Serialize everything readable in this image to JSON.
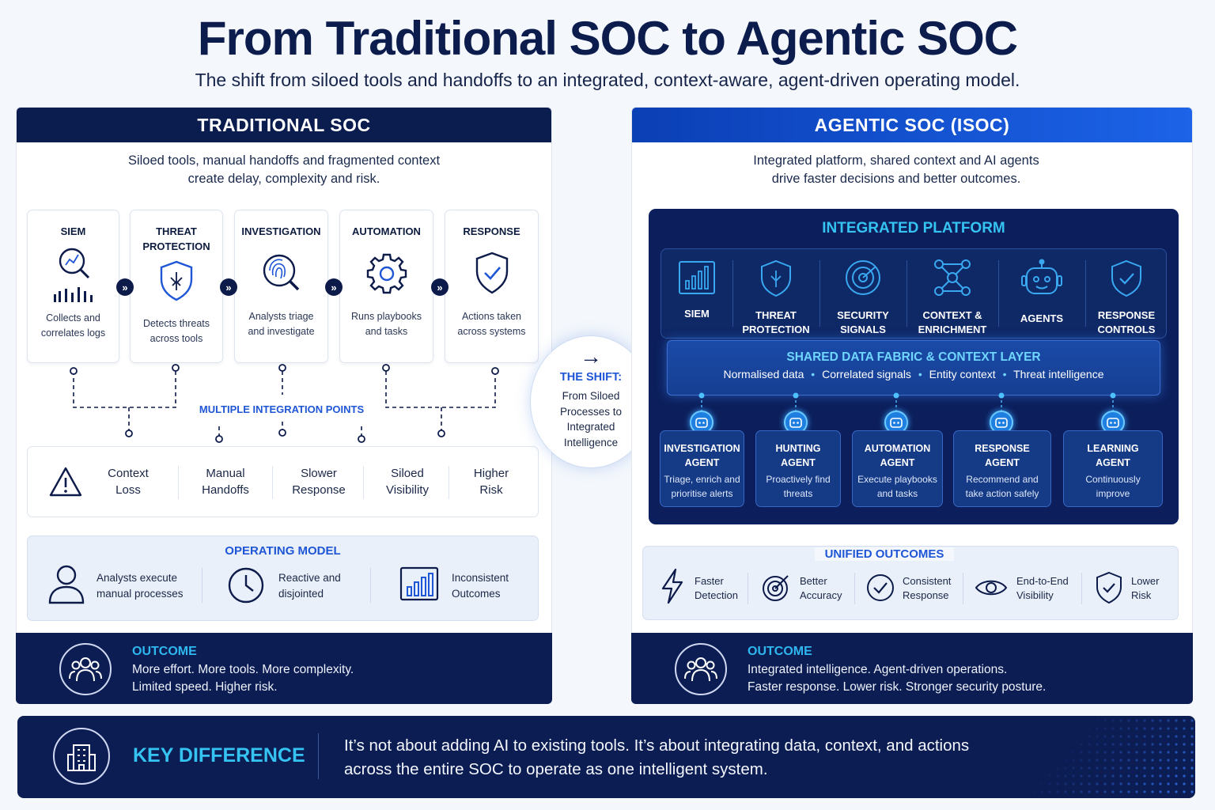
{
  "title": "From Traditional SOC to Agentic SOC",
  "subtitle": "The shift from siloed tools and handoffs to an integrated, context-aware, agent-driven operating model.",
  "traditional": {
    "header": "TRADITIONAL SOC",
    "intro_line1": "Siloed tools, manual handoffs and fragmented context",
    "intro_line2": "create delay, complexity and risk.",
    "tools": [
      {
        "title1": "SIEM",
        "title2": "",
        "desc1": "Collects and",
        "desc2": "correlates logs",
        "icon": "magnifier-chart-icon"
      },
      {
        "title1": "THREAT",
        "title2": "PROTECTION",
        "desc1": "Detects threats",
        "desc2": "across tools",
        "icon": "shield-icon"
      },
      {
        "title1": "INVESTIGATION",
        "title2": "",
        "desc1": "Analysts triage",
        "desc2": "and investigate",
        "icon": "fingerprint-search-icon"
      },
      {
        "title1": "AUTOMATION",
        "title2": "",
        "desc1": "Runs playbooks",
        "desc2": "and tasks",
        "icon": "gear-icon"
      },
      {
        "title1": "RESPONSE",
        "title2": "",
        "desc1": "Actions taken",
        "desc2": "across systems",
        "icon": "shield-check-icon"
      }
    ],
    "integration_label": "MULTIPLE INTEGRATION POINTS",
    "pains": [
      {
        "l1": "Context",
        "l2": "Loss"
      },
      {
        "l1": "Manual",
        "l2": "Handoffs"
      },
      {
        "l1": "Slower",
        "l2": "Response"
      },
      {
        "l1": "Siloed",
        "l2": "Visibility"
      },
      {
        "l1": "Higher",
        "l2": "Risk"
      }
    ],
    "operating_model": {
      "title": "OPERATING MODEL",
      "items": [
        {
          "l1": "Analysts execute",
          "l2": "manual processes",
          "icon": "user-icon"
        },
        {
          "l1": "Reactive and",
          "l2": "disjointed",
          "icon": "clock-icon"
        },
        {
          "l1": "Inconsistent",
          "l2": "Outcomes",
          "icon": "bar-chart-icon"
        }
      ]
    },
    "outcome": {
      "title": "OUTCOME",
      "line1": "More effort. More tools. More complexity.",
      "line2": "Limited speed. Higher risk."
    }
  },
  "shift": {
    "title": "THE SHIFT:",
    "l1": "From Siloed",
    "l2": "Processes to",
    "l3": "Integrated",
    "l4": "Intelligence"
  },
  "agentic": {
    "header": "AGENTIC SOC (ISOC)",
    "intro_line1": "Integrated platform, shared context and AI agents",
    "intro_line2": "drive faster decisions and better outcomes.",
    "platform_title": "INTEGRATED PLATFORM",
    "tools": [
      {
        "l1": "SIEM",
        "l2": "",
        "icon": "bar-chart-icon"
      },
      {
        "l1": "THREAT",
        "l2": "PROTECTION",
        "icon": "shield-icon"
      },
      {
        "l1": "SECURITY",
        "l2": "SIGNALS",
        "icon": "radar-icon"
      },
      {
        "l1": "CONTEXT &",
        "l2": "ENRICHMENT",
        "icon": "network-icon"
      },
      {
        "l1": "AGENTS",
        "l2": "",
        "icon": "robot-icon"
      },
      {
        "l1": "RESPONSE",
        "l2": "CONTROLS",
        "icon": "shield-check-icon"
      }
    ],
    "fabric": {
      "title": "SHARED DATA FABRIC & CONTEXT LAYER",
      "items": [
        "Normalised data",
        "Correlated signals",
        "Entity context",
        "Threat intelligence"
      ]
    },
    "agents": [
      {
        "t1": "INVESTIGATION",
        "t2": "AGENT",
        "d1": "Triage, enrich and",
        "d2": "prioritise alerts"
      },
      {
        "t1": "HUNTING",
        "t2": "AGENT",
        "d1": "Proactively find",
        "d2": "threats"
      },
      {
        "t1": "AUTOMATION",
        "t2": "AGENT",
        "d1": "Execute playbooks",
        "d2": "and tasks"
      },
      {
        "t1": "RESPONSE",
        "t2": "AGENT",
        "d1": "Recommend and",
        "d2": "take action safely"
      },
      {
        "t1": "LEARNING",
        "t2": "AGENT",
        "d1": "Continuously",
        "d2": "improve"
      }
    ],
    "unified": {
      "title": "UNIFIED OUTCOMES",
      "items": [
        {
          "l1": "Faster",
          "l2": "Detection",
          "icon": "lightning-icon"
        },
        {
          "l1": "Better",
          "l2": "Accuracy",
          "icon": "target-icon"
        },
        {
          "l1": "Consistent",
          "l2": "Response",
          "icon": "check-circle-icon"
        },
        {
          "l1": "End-to-End",
          "l2": "Visibility",
          "icon": "eye-icon"
        },
        {
          "l1": "Lower",
          "l2": "Risk",
          "icon": "shield-check-icon"
        }
      ]
    },
    "outcome": {
      "title": "OUTCOME",
      "line1": "Integrated intelligence. Agent-driven operations.",
      "line2": "Faster response. Lower risk. Stronger security posture."
    }
  },
  "key_difference": {
    "title": "KEY DIFFERENCE",
    "line1": "It’s not about adding AI to existing tools. It’s about integrating data, context, and actions",
    "line2": "across the entire SOC to operate as one intelligent system."
  }
}
